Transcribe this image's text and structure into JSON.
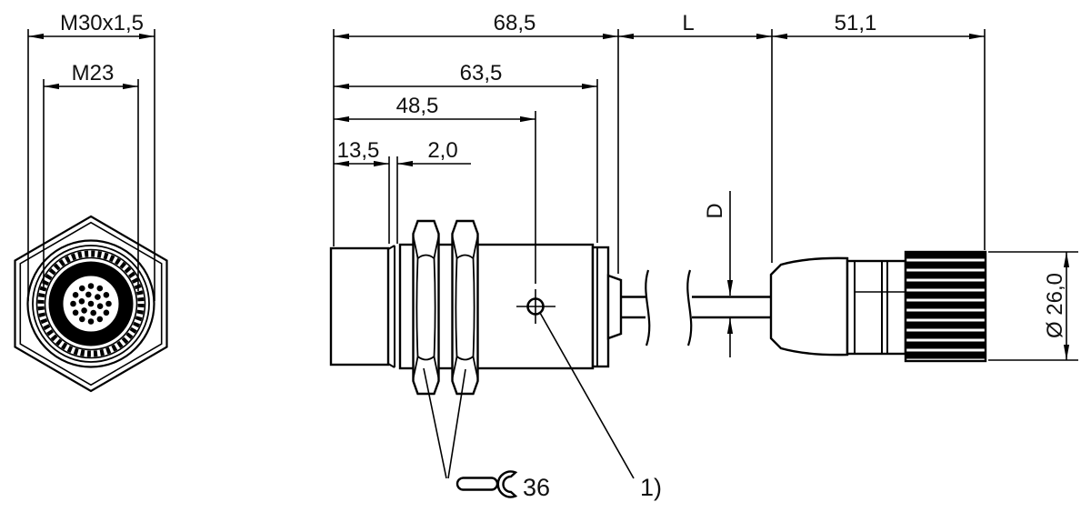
{
  "drawing": {
    "title": "sensor-dimension-drawing",
    "labels": {
      "thread_outer": "M30x1,5",
      "thread_inner": "M23",
      "len_total": "68,5",
      "len_body": "63,5",
      "len_mid": "48,5",
      "len_front": "13,5",
      "len_chamfer": "2,0",
      "cable_length": "L",
      "connector_length": "51,1",
      "cable_diameter": "D",
      "connector_diameter": "Ø 26,0",
      "wrench_size": "36",
      "note_ref": "1)"
    },
    "colors": {
      "line": "#000000",
      "background": "#ffffff"
    }
  }
}
